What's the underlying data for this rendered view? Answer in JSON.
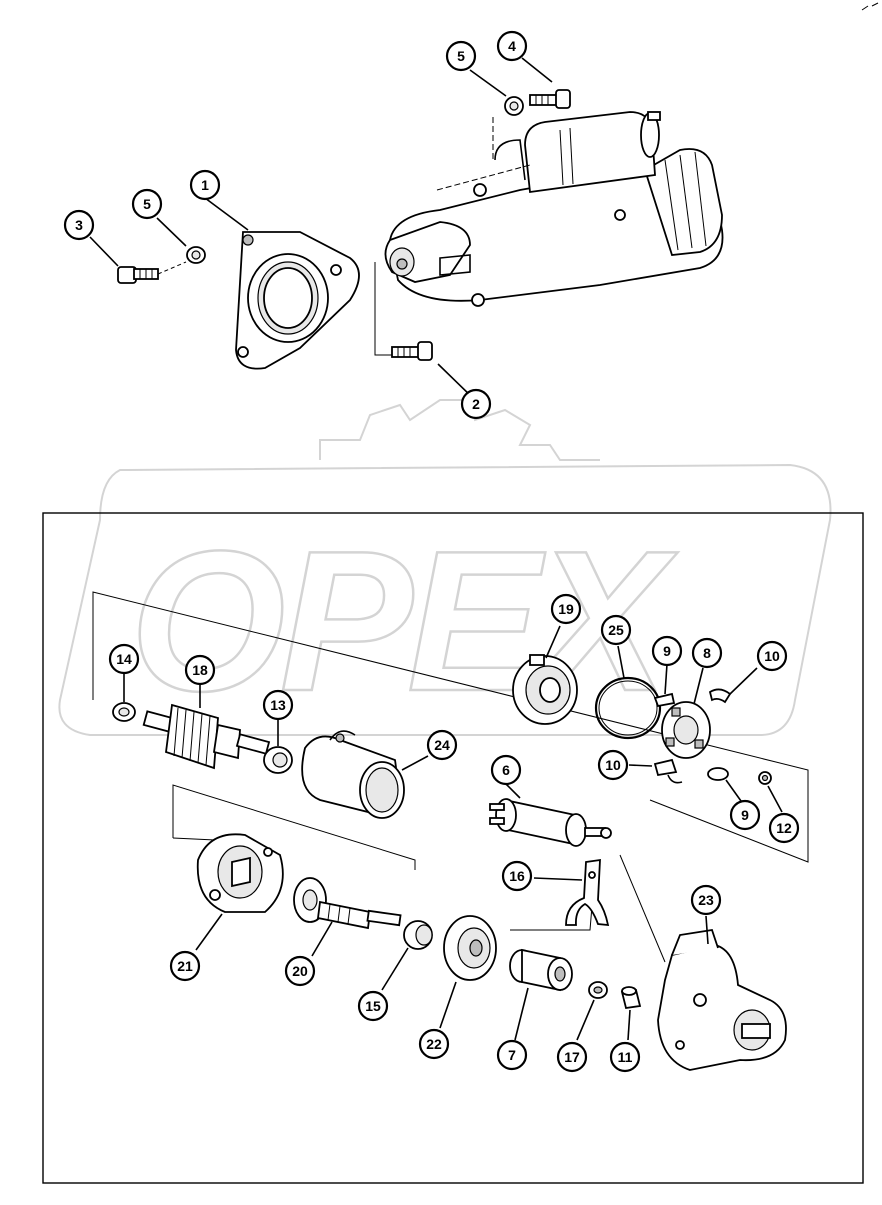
{
  "watermark": {
    "text": "OPEX"
  },
  "assembly_callouts": [
    {
      "id": "1",
      "label": "1"
    },
    {
      "id": "2",
      "label": "2"
    },
    {
      "id": "3",
      "label": "3"
    },
    {
      "id": "4",
      "label": "4"
    },
    {
      "id": "5a",
      "label": "5"
    },
    {
      "id": "5b",
      "label": "5"
    }
  ],
  "exploded_callouts": [
    {
      "id": "6",
      "label": "6"
    },
    {
      "id": "7",
      "label": "7"
    },
    {
      "id": "8",
      "label": "8"
    },
    {
      "id": "9a",
      "label": "9"
    },
    {
      "id": "9b",
      "label": "9"
    },
    {
      "id": "10a",
      "label": "10"
    },
    {
      "id": "10b",
      "label": "10"
    },
    {
      "id": "11",
      "label": "11"
    },
    {
      "id": "12",
      "label": "12"
    },
    {
      "id": "13",
      "label": "13"
    },
    {
      "id": "14",
      "label": "14"
    },
    {
      "id": "15",
      "label": "15"
    },
    {
      "id": "16",
      "label": "16"
    },
    {
      "id": "17",
      "label": "17"
    },
    {
      "id": "18",
      "label": "18"
    },
    {
      "id": "19",
      "label": "19"
    },
    {
      "id": "20",
      "label": "20"
    },
    {
      "id": "21",
      "label": "21"
    },
    {
      "id": "22",
      "label": "22"
    },
    {
      "id": "23",
      "label": "23"
    },
    {
      "id": "24",
      "label": "24"
    },
    {
      "id": "25",
      "label": "25"
    }
  ]
}
